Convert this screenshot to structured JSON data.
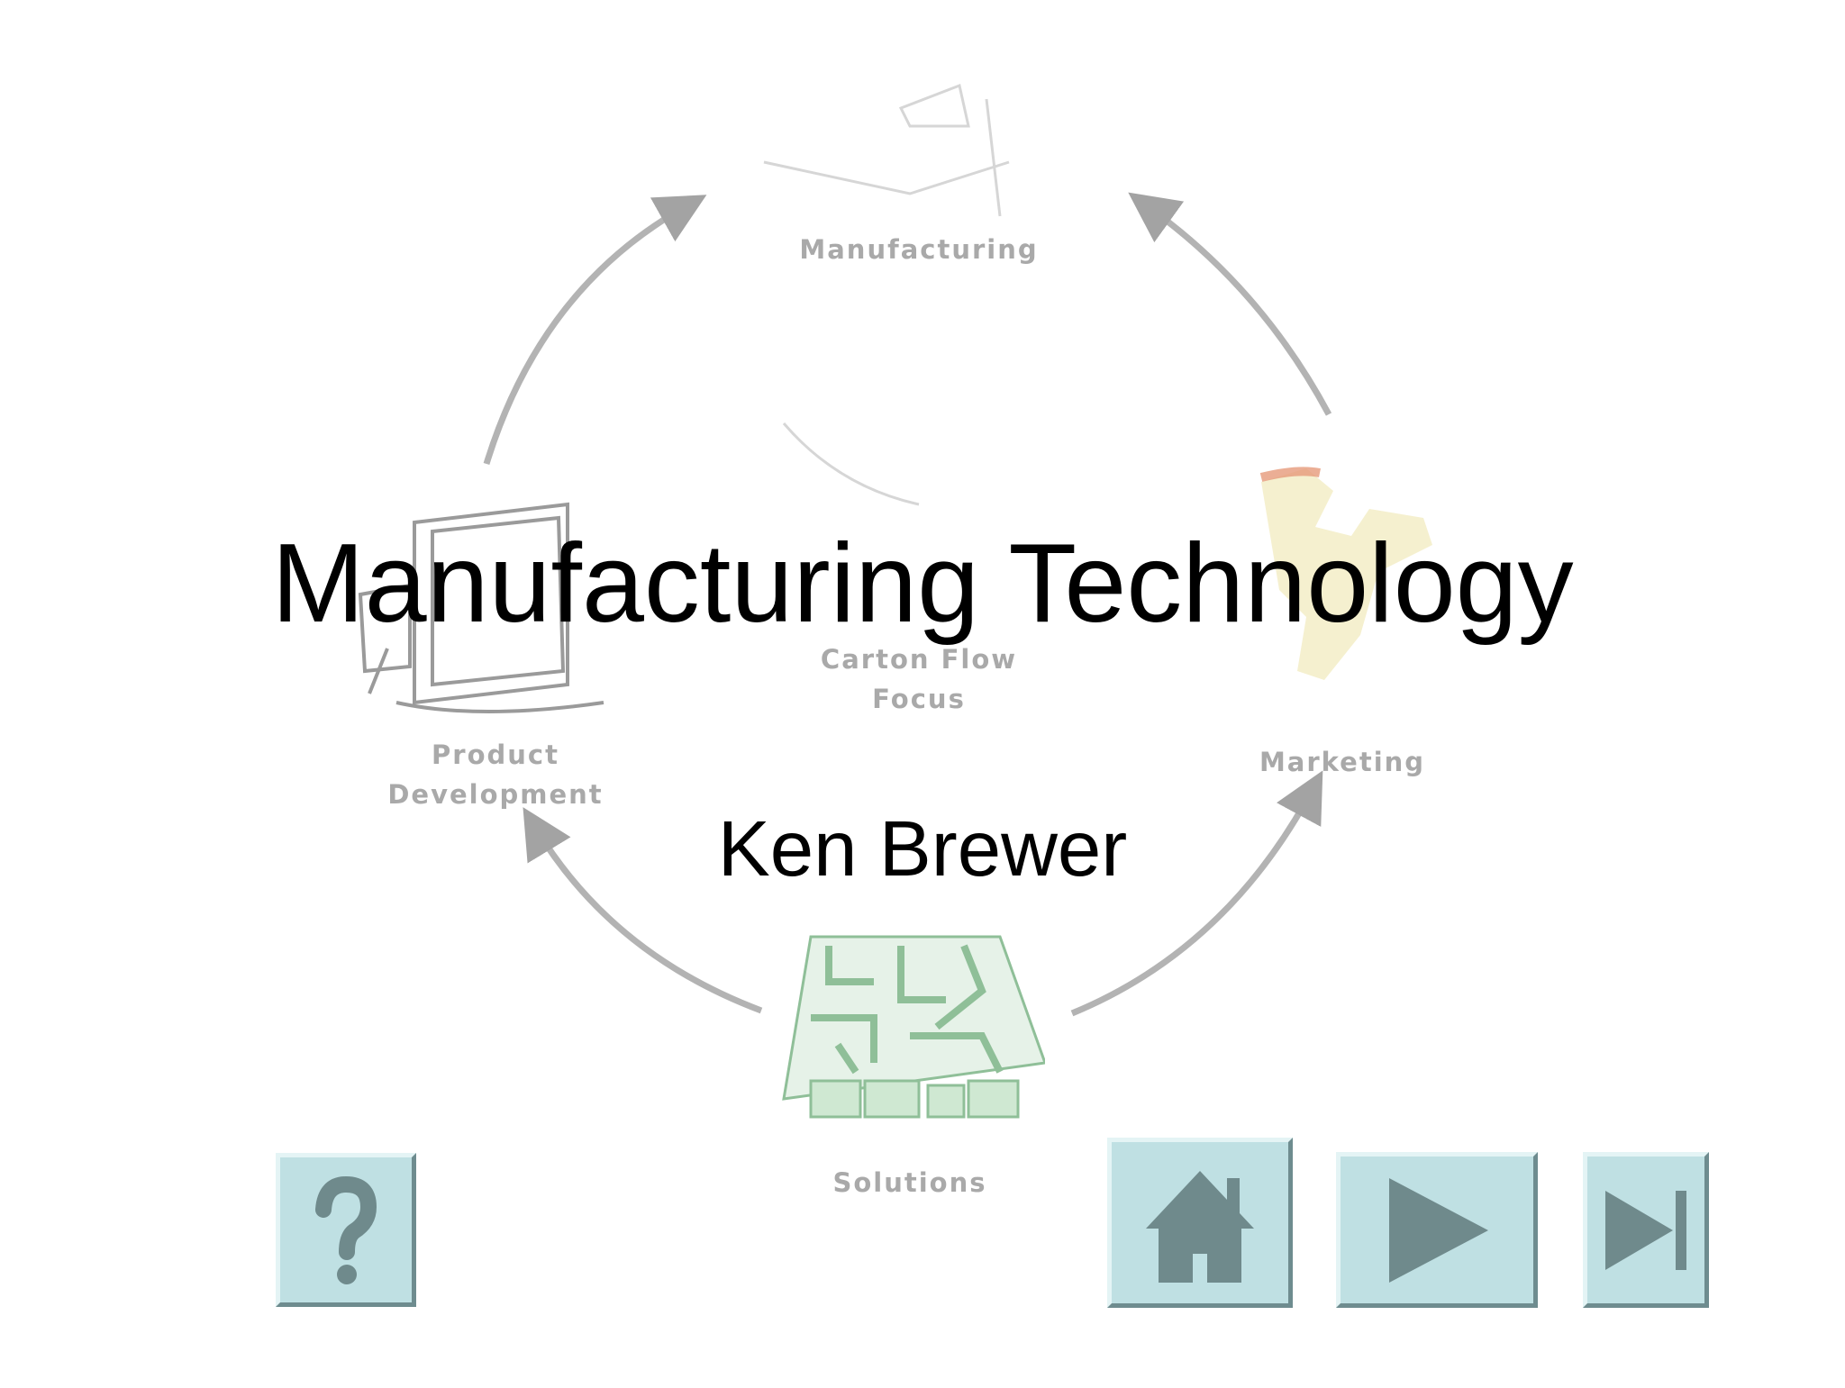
{
  "slide": {
    "title": "Manufacturing Technology",
    "subtitle": "Ken Brewer"
  },
  "diagram": {
    "labels": {
      "manufacturing": "Manufacturing",
      "center_line1": "Carton Flow",
      "center_line2": "Focus",
      "product_line1": "Product",
      "product_line2": "Development",
      "marketing": "Marketing",
      "solutions": "Solutions"
    }
  },
  "nav": {
    "help": "help-icon",
    "home": "home-icon",
    "next": "play-icon",
    "last": "skip-to-end-icon"
  },
  "colors": {
    "button_face": "#bfe0e3",
    "icon_fill": "#6f8a8c",
    "diagram_gray": "#a9a9a9"
  }
}
